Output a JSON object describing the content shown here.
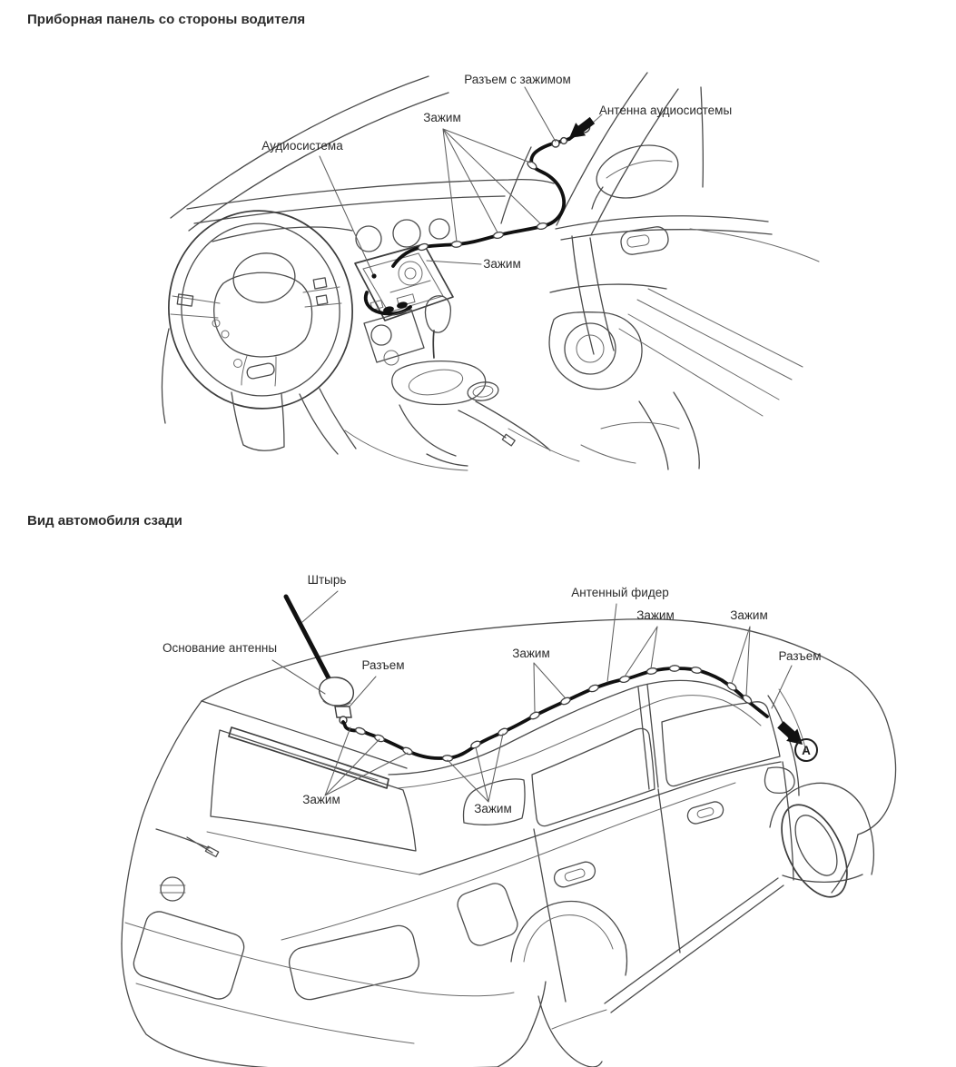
{
  "colors": {
    "ink": "#2b2b2b",
    "line": "#4b4b4b",
    "cable": "#111111",
    "background": "#ffffff"
  },
  "diagram1": {
    "title": "Приборная панель со стороны водителя",
    "labels": {
      "connector_with_clip": "Разъем с зажимом",
      "clip_fan": "Зажим",
      "audio_antenna": "Антенна аудиосистемы",
      "audio_system": "Аудиосистема",
      "clip_radio": "Зажим"
    }
  },
  "diagram2": {
    "title": "Вид автомобиля сзади",
    "labels": {
      "mast": "Штырь",
      "antenna_feeder": "Антенный фидер",
      "clip_roof_mid": "Зажим",
      "clip_roof_front": "Зажим",
      "antenna_base": "Основание антенны",
      "clip_center": "Зажим",
      "connector_rear": "Разъем",
      "connector_front": "Разъем",
      "clip_rear_group": "Зажим",
      "clip_bottom_group": "Зажим",
      "view_marker": "A"
    }
  }
}
